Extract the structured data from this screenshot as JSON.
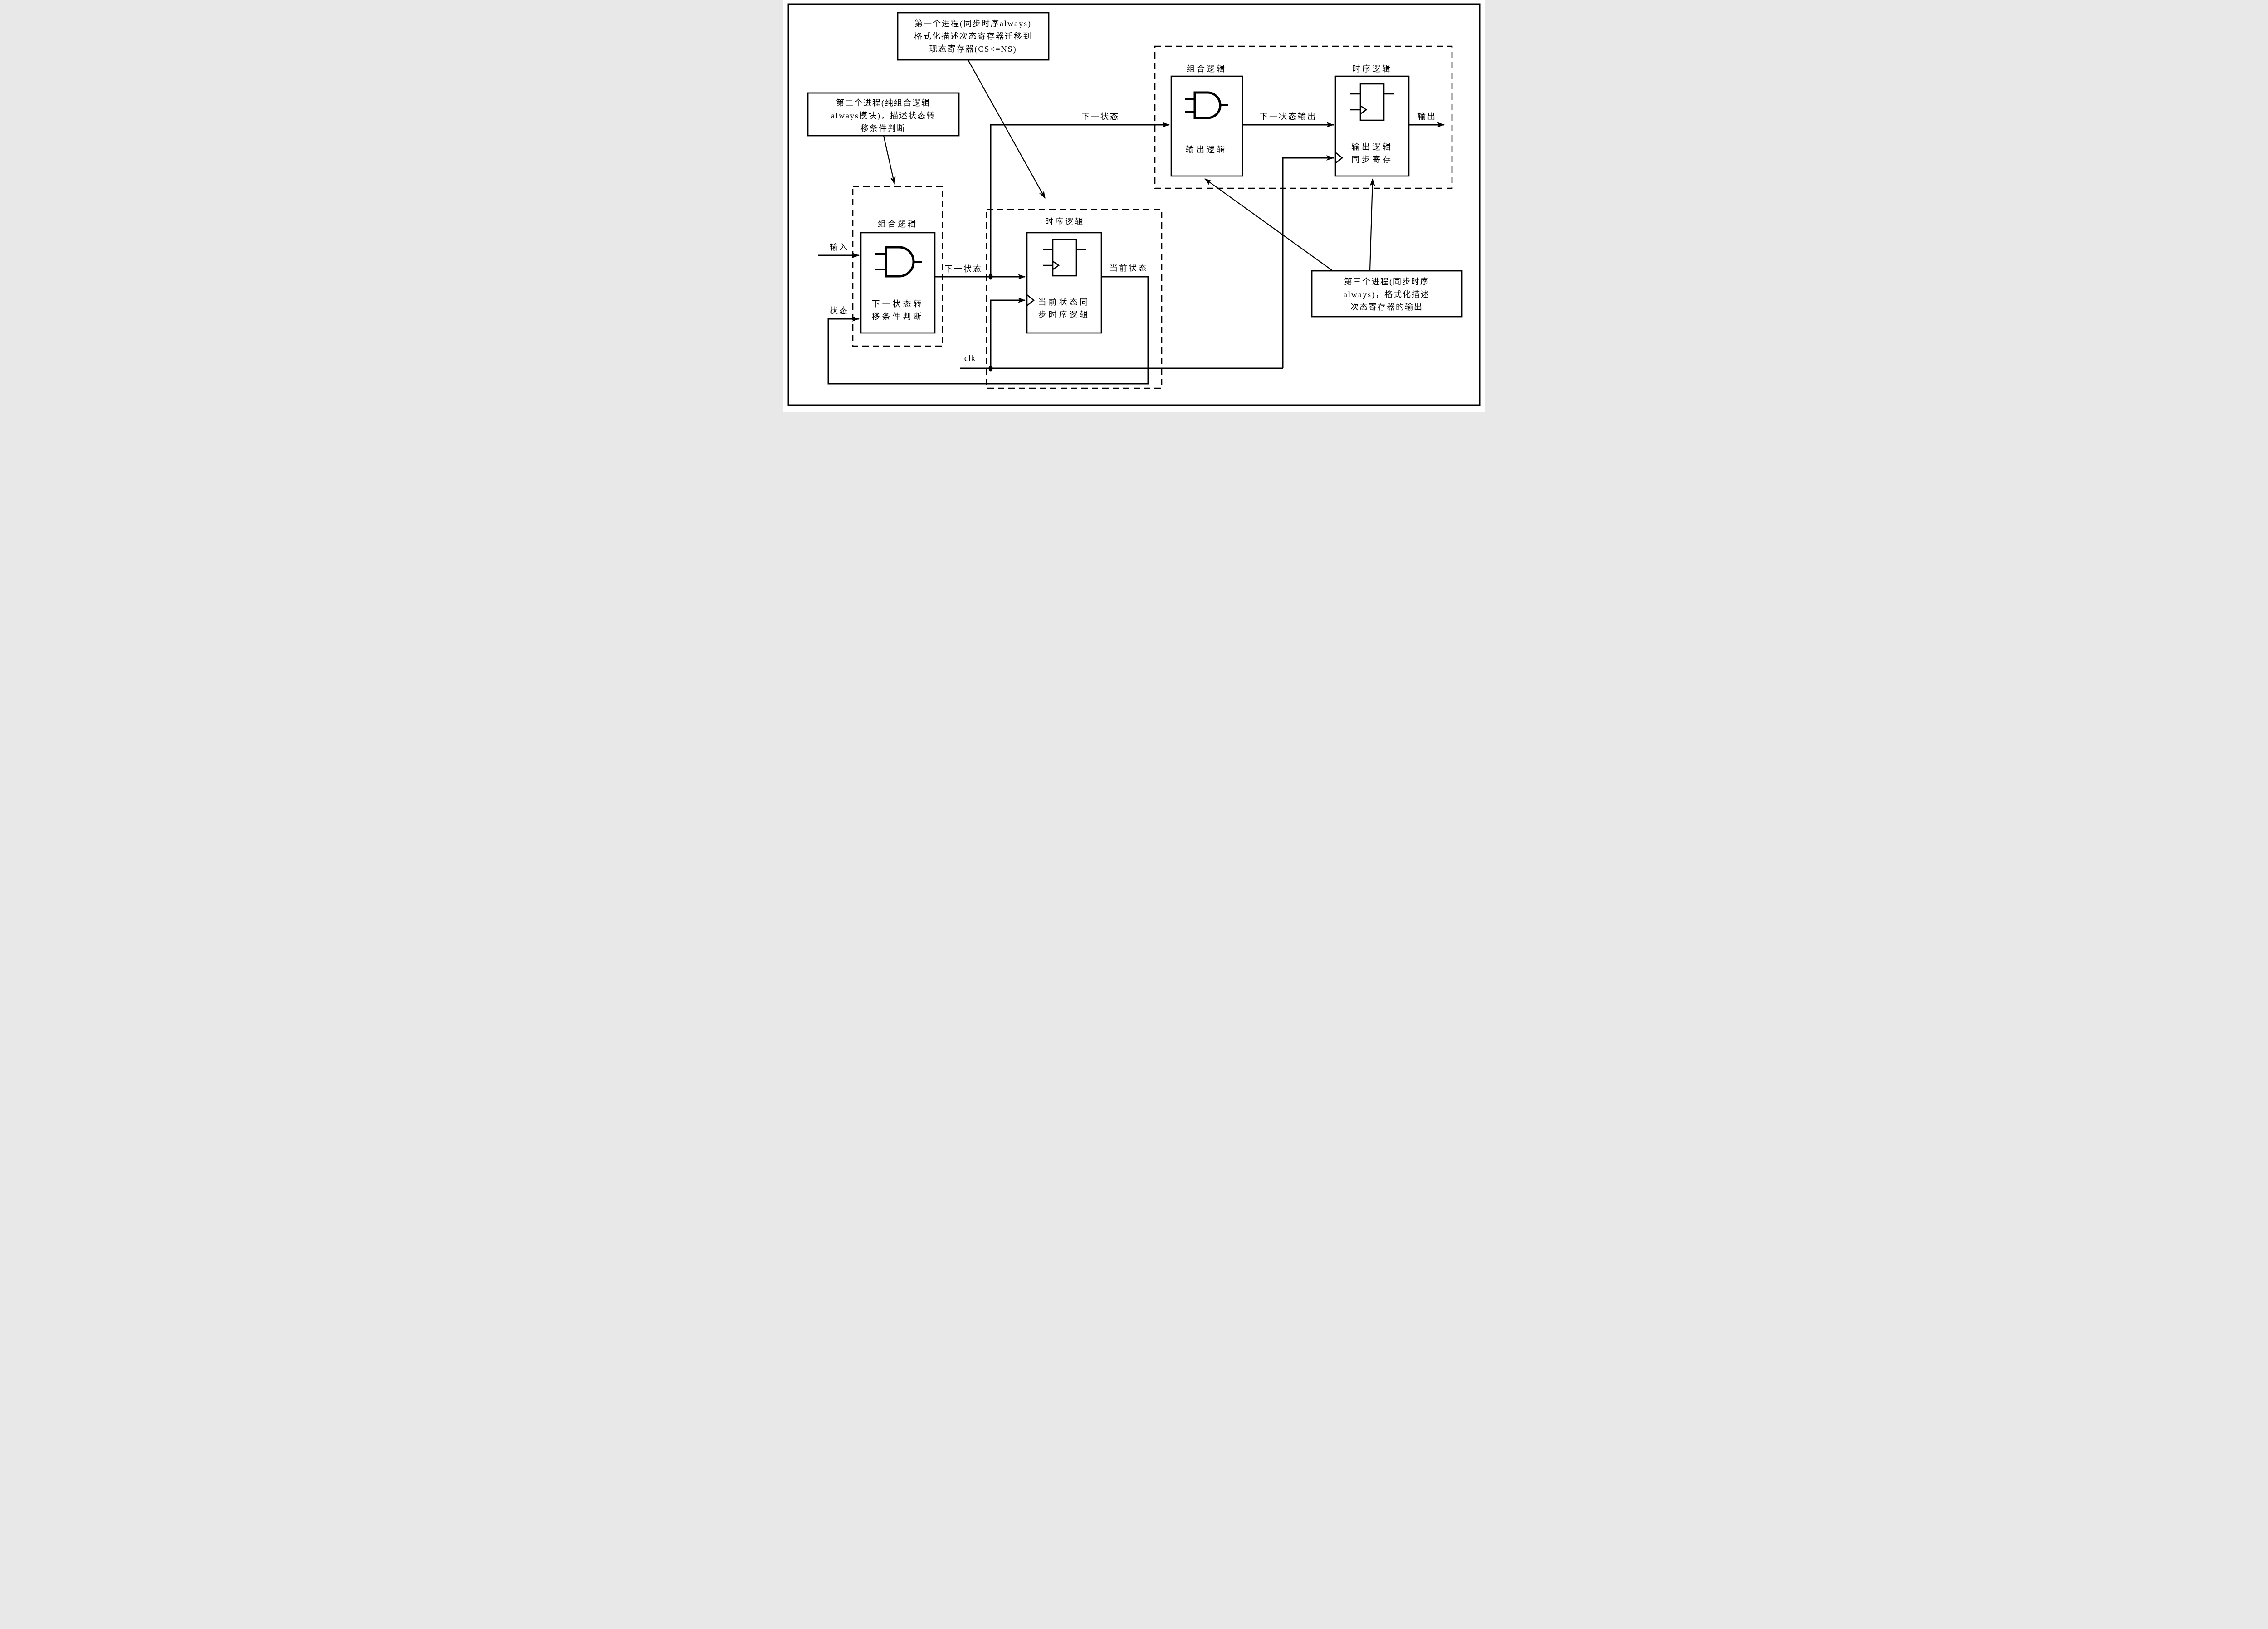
{
  "figure": {
    "type": "fsm-three-process-block-diagram",
    "background": "#ffffff",
    "ink_color": "#000000"
  },
  "callouts": {
    "first_process": {
      "lines": [
        "第一个进程(同步时序always)",
        "格式化描述次态寄存器迁移到",
        "现态寄存器(CS<=NS)"
      ]
    },
    "second_process": {
      "lines": [
        "第二个进程(纯组合逻辑",
        "always模块)，描述状态转",
        "移条件判断"
      ]
    },
    "third_process": {
      "lines": [
        "第三个进程(同步时序",
        "always)，格式化描述",
        "次态寄存器的输出"
      ]
    }
  },
  "blocks": {
    "left_comb": {
      "group_label": "组合逻辑",
      "body_lines": [
        "下一状态转",
        "移条件判断"
      ]
    },
    "mid_seq": {
      "group_label": "时序逻辑",
      "body_lines": [
        "当前状态同",
        "步时序逻辑"
      ]
    },
    "out_comb": {
      "group_label": "组合逻辑",
      "body_lines": [
        "输出逻辑"
      ]
    },
    "out_seq": {
      "group_label": "时序逻辑",
      "body_lines": [
        "输出逻辑",
        "同步寄存"
      ]
    }
  },
  "wire_labels": {
    "input": "输入",
    "state": "状态",
    "next_state_lower": "下一状态",
    "next_state_top": "下一状态",
    "current_state": "当前状态",
    "clk": "clk",
    "next_state_output": "下一状态输出",
    "output": "输出"
  }
}
